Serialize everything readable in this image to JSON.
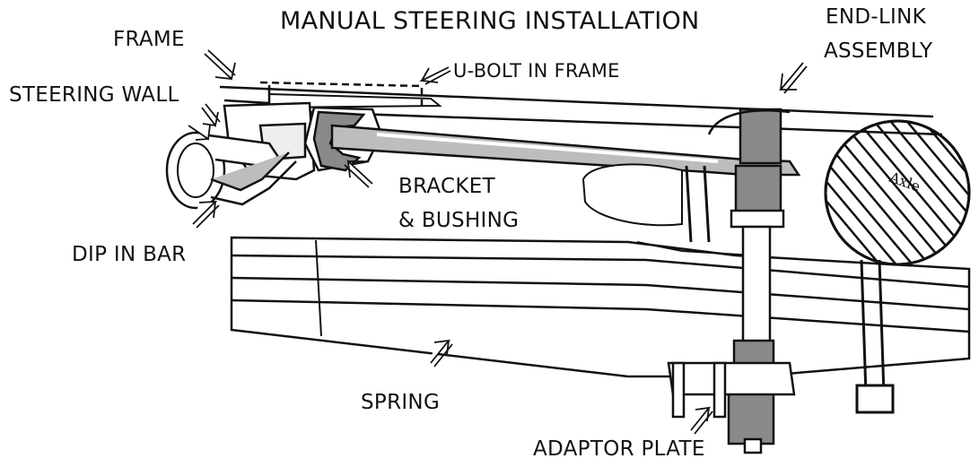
{
  "title": "MANUAL STEERING INSTALLATION",
  "labels": {
    "frame": "FRAME",
    "steering_wall": "STEERING WALL",
    "u_bolt": "U-BOLT IN FRAME",
    "end_link_line1": "END-LINK",
    "end_link_line2": "ASSEMBLY",
    "bracket_line1": "BRACKET",
    "bracket_line2": "& BUSHING",
    "dip_in_bar": "DIP IN BAR",
    "spring": "SPRING",
    "adaptor_plate": "ADAPTOR PLATE"
  },
  "drawing_annotation": "Axle",
  "colors": {
    "ink": "#111111",
    "bar_fill": "#bdbdbd",
    "bushing_fill": "#8a8a8a",
    "paper": "#ffffff"
  }
}
